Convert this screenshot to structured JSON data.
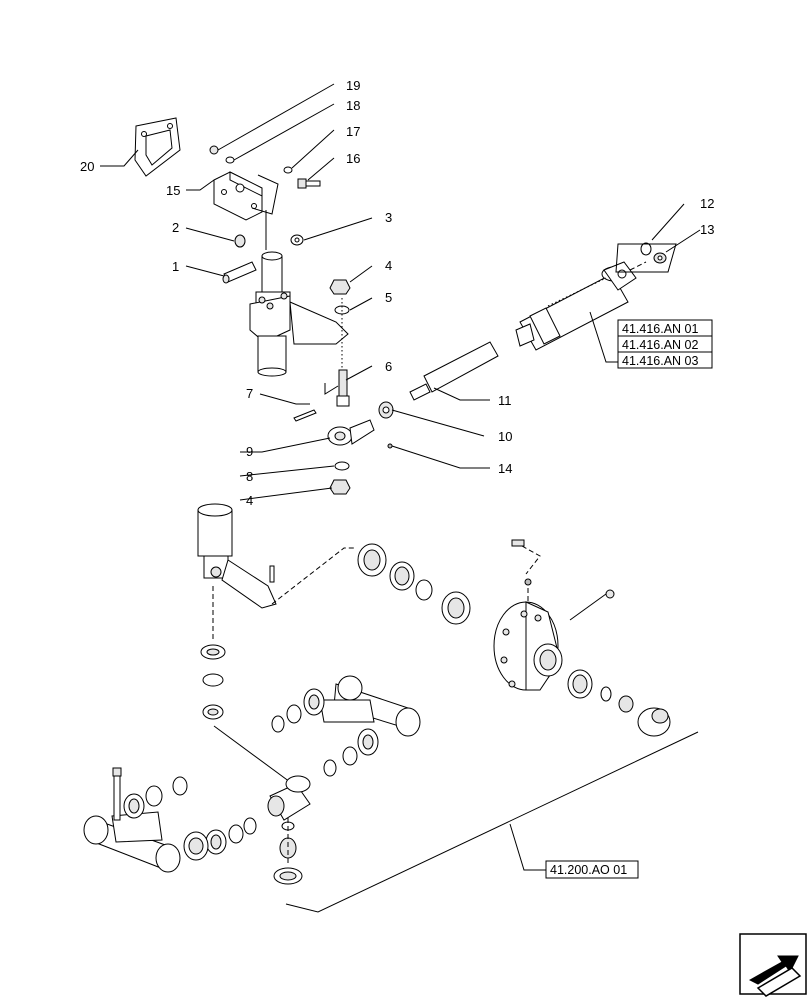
{
  "callouts": [
    "19",
    "18",
    "17",
    "16",
    "20",
    "15",
    "2",
    "3",
    "12",
    "13",
    "1",
    "4",
    "5",
    "6",
    "7",
    "11",
    "9",
    "10",
    "8",
    "14",
    "4"
  ],
  "references": [
    "41.416.AN 01",
    "41.416.AN 02",
    "41.416.AN 03",
    "41.200.AO 01"
  ],
  "navigation_icon": "next-page-arrow-icon"
}
